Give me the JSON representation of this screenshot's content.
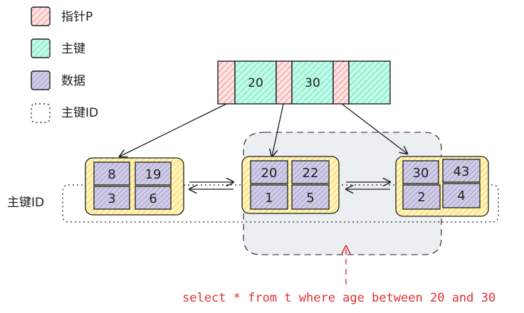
{
  "legend": {
    "items": [
      {
        "label": "指针P",
        "color": "#ffc9c9"
      },
      {
        "label": "主键",
        "color": "#96f2d7"
      },
      {
        "label": "数据",
        "color": "#b1a8d6"
      },
      {
        "label": "主键ID",
        "color": "#ffffff"
      }
    ]
  },
  "root": {
    "keys": [
      "20",
      "30"
    ]
  },
  "leaves": [
    {
      "keys": [
        "8",
        "19"
      ],
      "data": [
        "3",
        "6"
      ]
    },
    {
      "keys": [
        "20",
        "22"
      ],
      "data": [
        "1",
        "5"
      ]
    },
    {
      "keys": [
        "30",
        "43"
      ],
      "data": [
        "2",
        "4"
      ]
    }
  ],
  "row_label": "主键ID",
  "query": "select * from t where age between 20 and 30",
  "colors": {
    "pointer": "#ffc9c9",
    "pointer_hatch": "#e03131",
    "key": "#96f2d7",
    "key_hatch": "#12b886",
    "data": "#b1a8d6",
    "leaf_bg": "#ffec99",
    "leaf_hatch": "#f59f00",
    "highlight": "#e9ecef",
    "query": "#e03131"
  }
}
